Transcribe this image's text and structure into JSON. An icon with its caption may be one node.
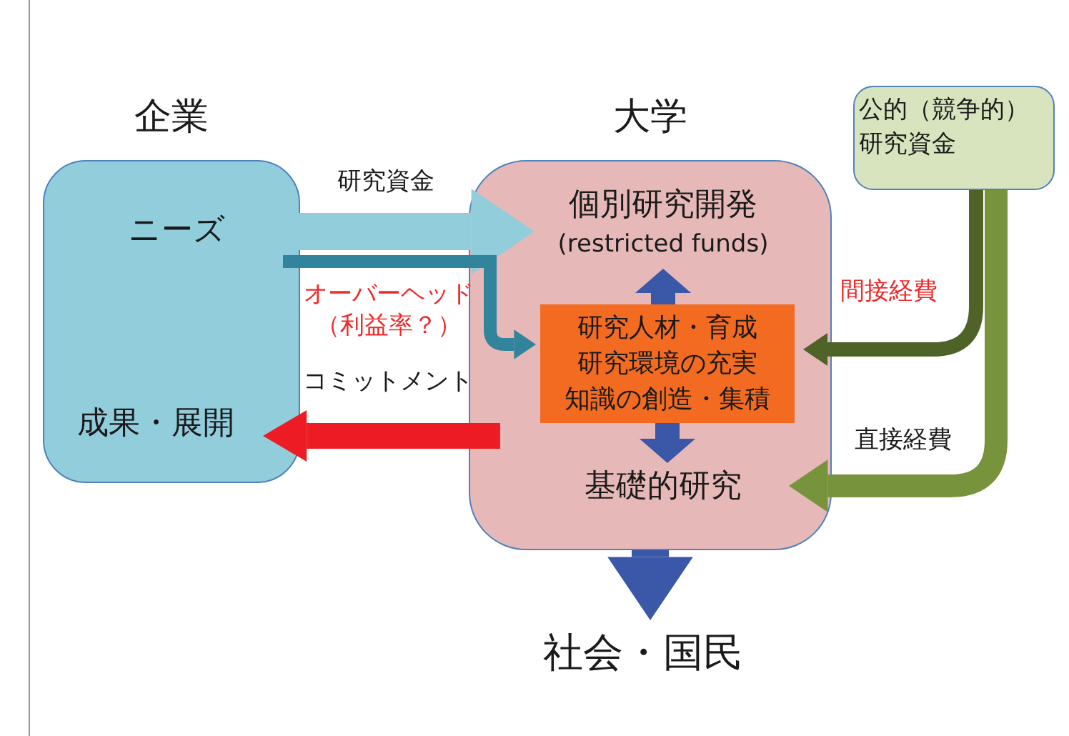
{
  "diagram": {
    "nodes": [
      {
        "text": [
          "企業"
        ]
      },
      {
        "text": [
          "ニーズ"
        ],
        "in": 0
      },
      {
        "text": [
          "成果・展開"
        ],
        "in": 0
      },
      {
        "text": [
          "大学"
        ]
      },
      {
        "text": [
          "個別研究開発",
          "(restricted funds)"
        ],
        "in": 3
      },
      {
        "text": [
          "研究人材・育成",
          "研究環境の充実",
          "知識の創造・集積"
        ],
        "in": 3
      },
      {
        "text": [
          "基礎的研究"
        ],
        "in": 3
      },
      {
        "text": [
          "公的（競争的）研究資金"
        ]
      },
      {
        "text": [
          "社会・国民"
        ]
      }
    ],
    "edges": [
      {
        "from": 1,
        "to": 4,
        "arrow": "to",
        "label": "研究資金",
        "color": "#92cddc"
      },
      {
        "from": 1,
        "to": 5,
        "arrow": "to",
        "label": "オーバーヘッド（利益率？）",
        "color": "#31849b"
      },
      {
        "from": 3,
        "to": 2,
        "arrow": "to",
        "label": "コミットメント",
        "color": "#ed1c24"
      },
      {
        "from": 5,
        "to": 4,
        "arrow": "to",
        "color": "#3b57a8"
      },
      {
        "from": 5,
        "to": 6,
        "arrow": "to",
        "color": "#3b57a8"
      },
      {
        "from": 3,
        "to": 8,
        "arrow": "to",
        "color": "#3b57a8"
      },
      {
        "from": 7,
        "to": 5,
        "arrow": "to",
        "label": "間接経費",
        "color": "#4f6228"
      },
      {
        "from": 7,
        "to": 6,
        "arrow": "to",
        "label": "直接経費",
        "color": "#77933c"
      }
    ]
  }
}
